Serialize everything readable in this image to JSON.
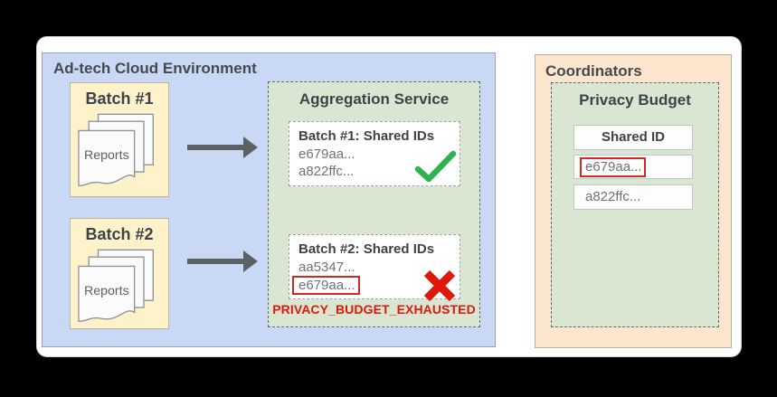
{
  "colors": {
    "env-blue": "#c9d8f4",
    "batch-yellow": "#fef2cb",
    "service-green": "#d9e7d2",
    "coordinator-orange": "#fce5cd",
    "success-green": "#2eb34f",
    "error-red": "#e0180b",
    "flag-red": "#cf2a1f",
    "title-gray": "#46494e",
    "id-gray": "#6e7377",
    "arrow-gray": "#5c6166"
  },
  "adtech": {
    "title": "Ad-tech Cloud Environment",
    "batches": [
      {
        "label": "Batch #1",
        "doc_label": "Reports"
      },
      {
        "label": "Batch #2",
        "doc_label": "Reports"
      }
    ],
    "aggregation": {
      "title": "Aggregation Service",
      "results": [
        {
          "title": "Batch #1: Shared IDs",
          "ids": [
            "e679aa...",
            "a822ffc..."
          ],
          "status": "success",
          "status_icon": "checkmark-icon"
        },
        {
          "title": "Batch #2: Shared IDs",
          "ids": [
            "aa5347...",
            "e679aa..."
          ],
          "flagged_id": "e679aa...",
          "status": "error",
          "status_icon": "x-icon"
        }
      ],
      "error_label": "PRIVACY_BUDGET_EXHAUSTED"
    }
  },
  "coordinators": {
    "title": "Coordinators",
    "privacy_budget": {
      "title": "Privacy Budget",
      "table": {
        "header": "Shared ID",
        "rows": [
          {
            "id": "e679aa...",
            "flagged": true
          },
          {
            "id": "a822ffc...",
            "flagged": false
          }
        ]
      }
    }
  }
}
